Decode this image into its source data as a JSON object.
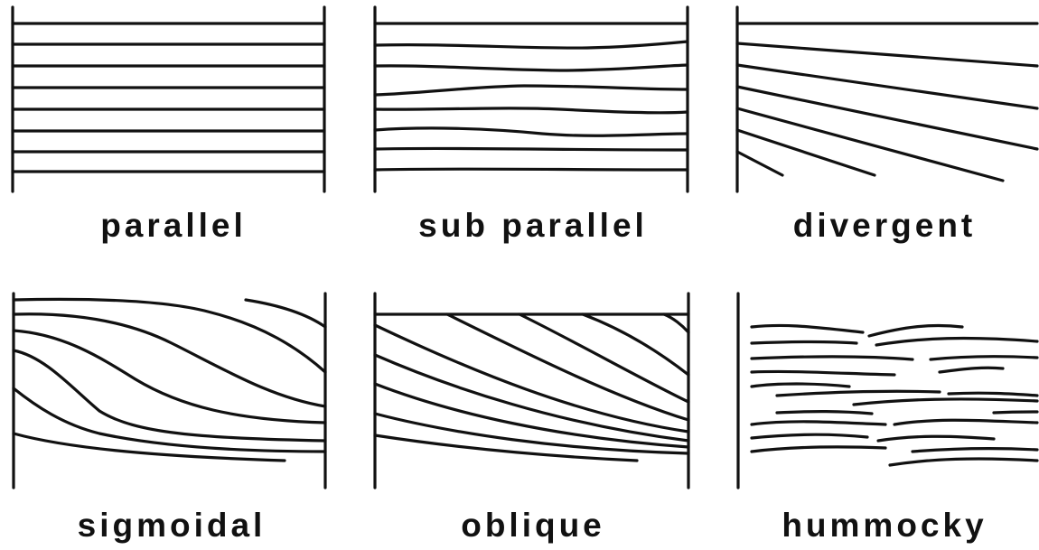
{
  "figure": {
    "panels": [
      {
        "id": "parallel",
        "label": "parallel"
      },
      {
        "id": "sub-parallel",
        "label": "sub parallel"
      },
      {
        "id": "divergent",
        "label": "divergent"
      },
      {
        "id": "sigmoidal",
        "label": "sigmoidal"
      },
      {
        "id": "oblique",
        "label": "oblique"
      },
      {
        "id": "hummocky",
        "label": "hummocky"
      }
    ]
  },
  "colors": {
    "ink": "#111111",
    "background": "#ffffff"
  }
}
